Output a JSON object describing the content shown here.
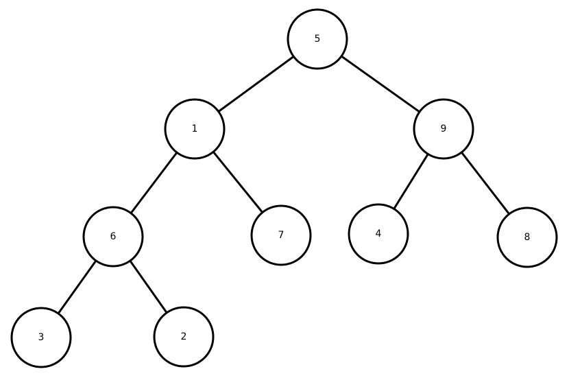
{
  "colors": {
    "stroke": "#000000",
    "fill": "#ffffff",
    "background": "#ffffff"
  },
  "tree": {
    "nodes": [
      {
        "id": "n5",
        "label": "5"
      },
      {
        "id": "n1",
        "label": "1"
      },
      {
        "id": "n9",
        "label": "9"
      },
      {
        "id": "n6",
        "label": "6"
      },
      {
        "id": "n7",
        "label": "7"
      },
      {
        "id": "n4",
        "label": "4"
      },
      {
        "id": "n8",
        "label": "8"
      },
      {
        "id": "n3",
        "label": "3"
      },
      {
        "id": "n2",
        "label": "2"
      }
    ],
    "edges": [
      {
        "from": "n5",
        "to": "n1"
      },
      {
        "from": "n5",
        "to": "n9"
      },
      {
        "from": "n1",
        "to": "n6"
      },
      {
        "from": "n1",
        "to": "n7"
      },
      {
        "from": "n9",
        "to": "n4"
      },
      {
        "from": "n9",
        "to": "n8"
      },
      {
        "from": "n6",
        "to": "n3"
      },
      {
        "from": "n6",
        "to": "n2"
      }
    ]
  }
}
